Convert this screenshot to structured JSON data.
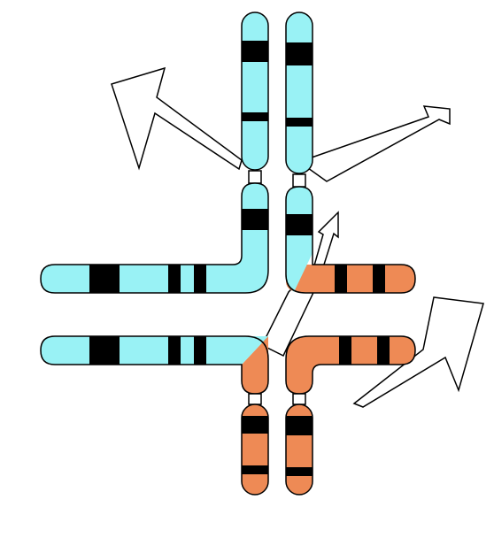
{
  "colors": {
    "chromosome_a": "#99F2F5",
    "chromosome_b": "#EE8A55",
    "band": "#000000",
    "outline": "#000000",
    "arrow_fill": "#ffffff",
    "background": "#ffffff"
  },
  "diagram": {
    "chromatids": [
      "chromatid-a-1",
      "chromatid-a-2",
      "chromatid-b-1",
      "chromatid-b-2"
    ],
    "arrows": [
      "arrow-up-left",
      "arrow-up-right",
      "arrow-center",
      "arrow-right"
    ]
  }
}
